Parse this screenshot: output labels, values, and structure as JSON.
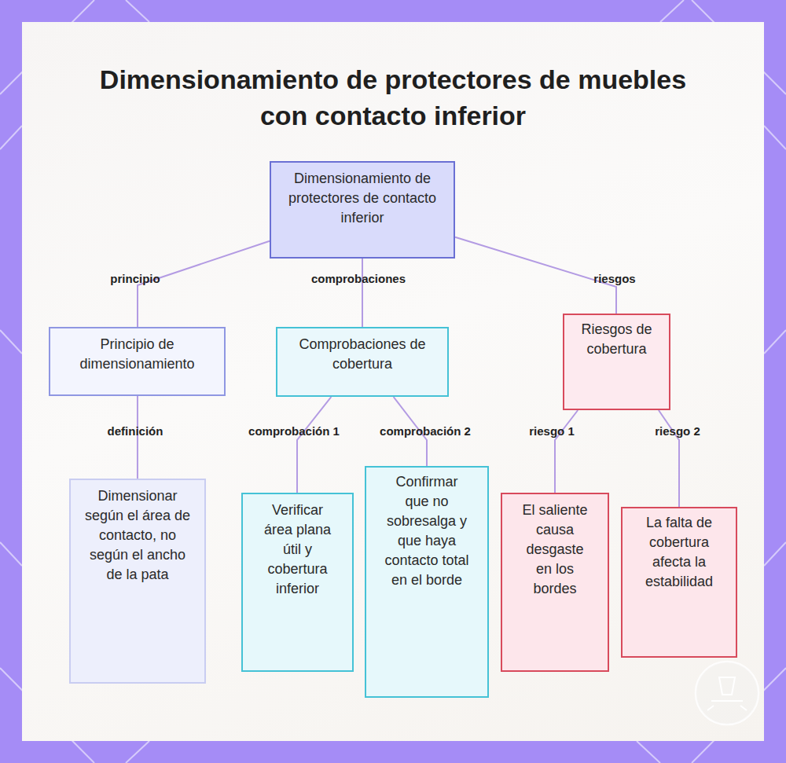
{
  "diagram": {
    "title": "Dimensionamiento de protectores de muebles con contacto inferior",
    "nodes": [
      {
        "text": [
          "Dimensionamiento de protectores de contacto inferior"
        ]
      },
      {
        "text": [
          "Principio de dimensionamiento"
        ]
      },
      {
        "text": [
          "Comprobaciones de cobertura"
        ]
      },
      {
        "text": [
          "Riesgos de cobertura"
        ]
      },
      {
        "text": [
          "Dimensionar según el área de contacto, no según el ancho de la pata"
        ]
      },
      {
        "text": [
          "Verificar área plana útil y cobertura inferior"
        ]
      },
      {
        "text": [
          "Confirmar que no sobresalga y que haya contacto total en el borde"
        ]
      },
      {
        "text": [
          "El saliente causa desgaste en los bordes"
        ]
      },
      {
        "text": [
          "La falta de cobertura afecta la estabilidad"
        ]
      }
    ],
    "edges": [
      {
        "from": 0,
        "to": 1,
        "label": "principio",
        "arrow": "none"
      },
      {
        "from": 0,
        "to": 2,
        "label": "comprobaciones",
        "arrow": "none"
      },
      {
        "from": 0,
        "to": 3,
        "label": "riesgos",
        "arrow": "none"
      },
      {
        "from": 1,
        "to": 4,
        "label": "definición",
        "arrow": "none"
      },
      {
        "from": 2,
        "to": 5,
        "label": "comprobación 1",
        "arrow": "none"
      },
      {
        "from": 2,
        "to": 6,
        "label": "comprobación 2",
        "arrow": "none"
      },
      {
        "from": 3,
        "to": 7,
        "label": "riesgo 1",
        "arrow": "none"
      },
      {
        "from": 3,
        "to": 8,
        "label": "riesgo 2",
        "arrow": "none"
      }
    ]
  }
}
